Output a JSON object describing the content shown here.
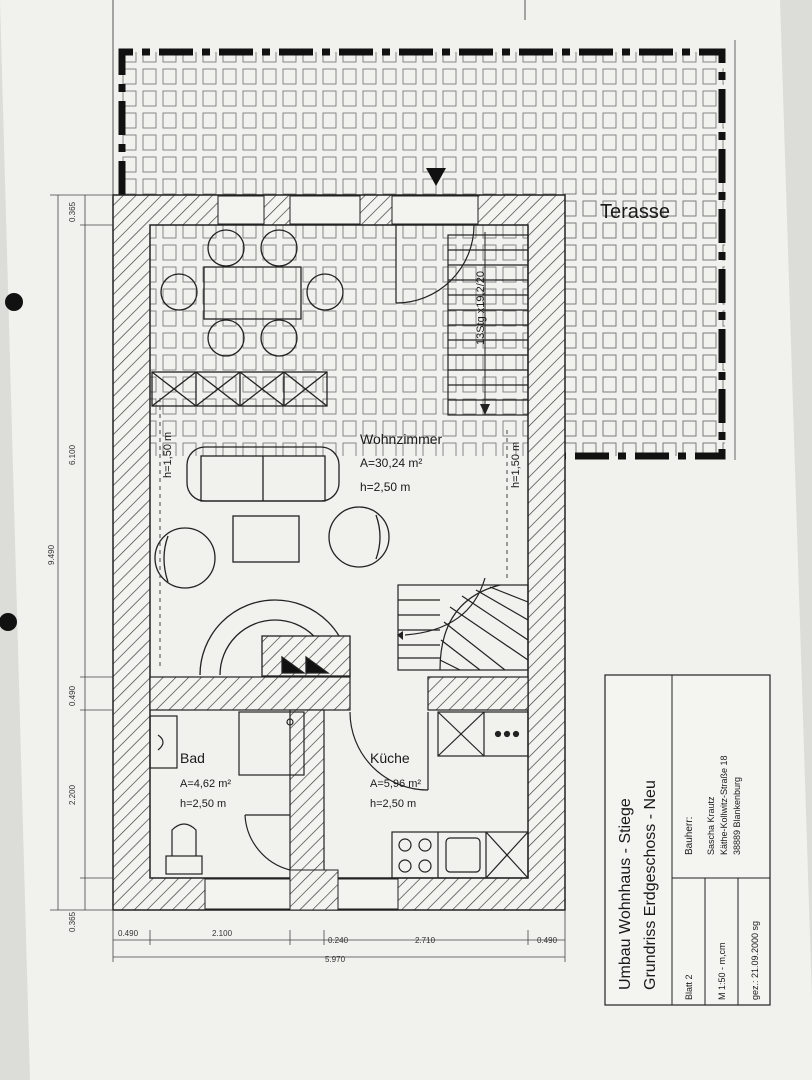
{
  "terrace": {
    "label": "Terasse"
  },
  "stairs_label": "13Stg x19,2/20",
  "rooms": {
    "living": {
      "name": "Wohnzimmer",
      "area": "A=30,24 m²",
      "height": "h=2,50 m"
    },
    "bath": {
      "name": "Bad",
      "area": "A=4,62 m²",
      "height": "h=2,50 m"
    },
    "kitchen": {
      "name": "Küche",
      "area": "A=5,96 m²",
      "height": "h=2,50 m"
    }
  },
  "wall_heights": {
    "left": "h=1,50 m",
    "right": "h=1,50 m"
  },
  "dimensions": {
    "left_total": "9.490",
    "left_segments": [
      "0.365",
      "6.100",
      "0.490",
      "2.200",
      "0.365"
    ],
    "bottom_segments": [
      "0.490",
      "2.100",
      "0.240",
      "2.710",
      "0.490"
    ],
    "bottom_total": "5.970"
  },
  "title_block": {
    "title": "Umbau Wohnhaus - Stiege",
    "subtitle": "Grundriss Erdgeschoss - Neu",
    "owner_label": "Bauherr:",
    "owner_name": "Sascha Krautz",
    "owner_street": "Käthe-Kollwitz-Straße 18",
    "owner_city": "38889 Blankenburg",
    "sheet": "Blatt 2",
    "scale": "M 1:50 - m,cm",
    "drawn": "gez.: 21.09.2000 sg"
  }
}
